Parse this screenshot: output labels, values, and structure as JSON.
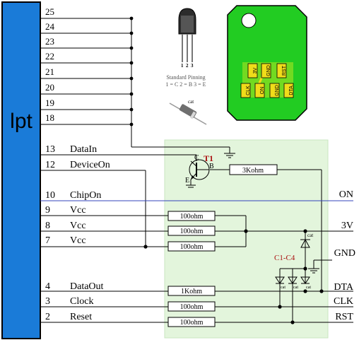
{
  "connector": {
    "label": "lpt",
    "pins_top": [
      "25",
      "24",
      "23",
      "22",
      "21",
      "20",
      "19",
      "18"
    ],
    "signals": [
      {
        "pin": "13",
        "name": "DataIn"
      },
      {
        "pin": "12",
        "name": "DeviceOn"
      },
      {
        "pin": "10",
        "name": "ChipOn"
      },
      {
        "pin": "9",
        "name": "Vcc"
      },
      {
        "pin": "8",
        "name": "Vcc"
      },
      {
        "pin": "7",
        "name": "Vcc"
      },
      {
        "pin": "4",
        "name": "DataOut"
      },
      {
        "pin": "3",
        "name": "Clock"
      },
      {
        "pin": "2",
        "name": "Reset"
      }
    ]
  },
  "transistor_pinning": {
    "title": "Standard Pinning",
    "legend": "1 = C    2 = B    3 = E",
    "pin_numbers": [
      "1",
      "2",
      "3"
    ]
  },
  "diode_label": "cat",
  "chip_card": {
    "contacts_top": [
      "3V",
      "GND",
      "RST"
    ],
    "contacts_bottom": [
      "CLK",
      "ON",
      "GND",
      "DTA"
    ],
    "color": "#22cc22"
  },
  "schematic": {
    "transistor": {
      "name": "T1",
      "c": "C",
      "b": "B",
      "e": "E"
    },
    "resistors": {
      "base": "3Kohm",
      "vcc1": "100ohm",
      "vcc2": "100ohm",
      "vcc3": "100ohm",
      "dta": "1Kohm",
      "clk": "100ohm",
      "rst": "100ohm"
    },
    "diode_group": "C1-C4",
    "cat_small": "cat",
    "outputs": {
      "on": "ON",
      "v3": "3V",
      "gnd": "GND",
      "dta": "DTA",
      "clk": "CLK",
      "rst": "RST"
    }
  },
  "colors": {
    "connector": "#1a7bd8",
    "board": "#e3f5dc",
    "on_line": "#3344bb",
    "label_red": "#aa1111",
    "card": "#22cc22",
    "card_contact": "#f0dc1a"
  }
}
